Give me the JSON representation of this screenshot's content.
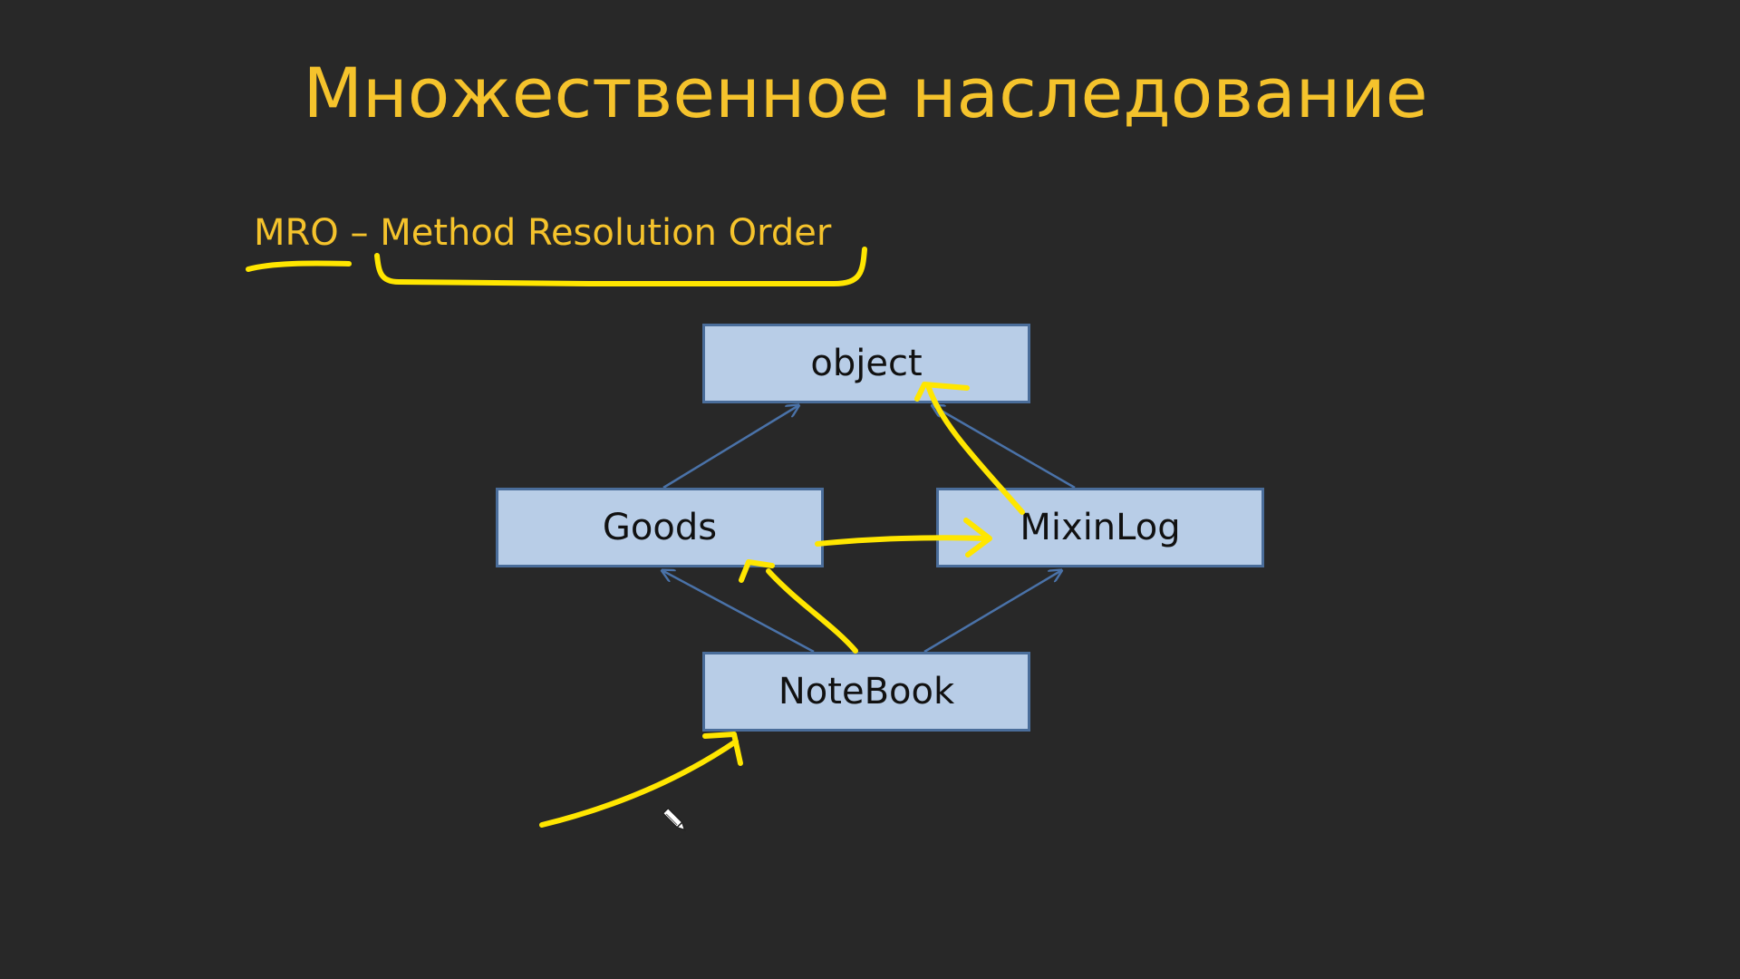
{
  "slide": {
    "title": "Множественное наследование",
    "subtitle": "MRO – Method Resolution Order"
  },
  "diagram": {
    "nodes": {
      "object": "object",
      "goods": "Goods",
      "mixinlog": "MixinLog",
      "notebook": "NoteBook"
    },
    "edges": [
      {
        "from": "Goods",
        "to": "object"
      },
      {
        "from": "MixinLog",
        "to": "object"
      },
      {
        "from": "NoteBook",
        "to": "Goods"
      },
      {
        "from": "NoteBook",
        "to": "MixinLog"
      }
    ]
  },
  "colors": {
    "background": "#282828",
    "title": "#f5c32c",
    "box_fill": "#b8cde7",
    "box_border": "#4a6d9a",
    "annotation": "#ffe600",
    "edge": "#4a72a8"
  },
  "icons": {
    "cursor": "pen-cursor-icon"
  }
}
